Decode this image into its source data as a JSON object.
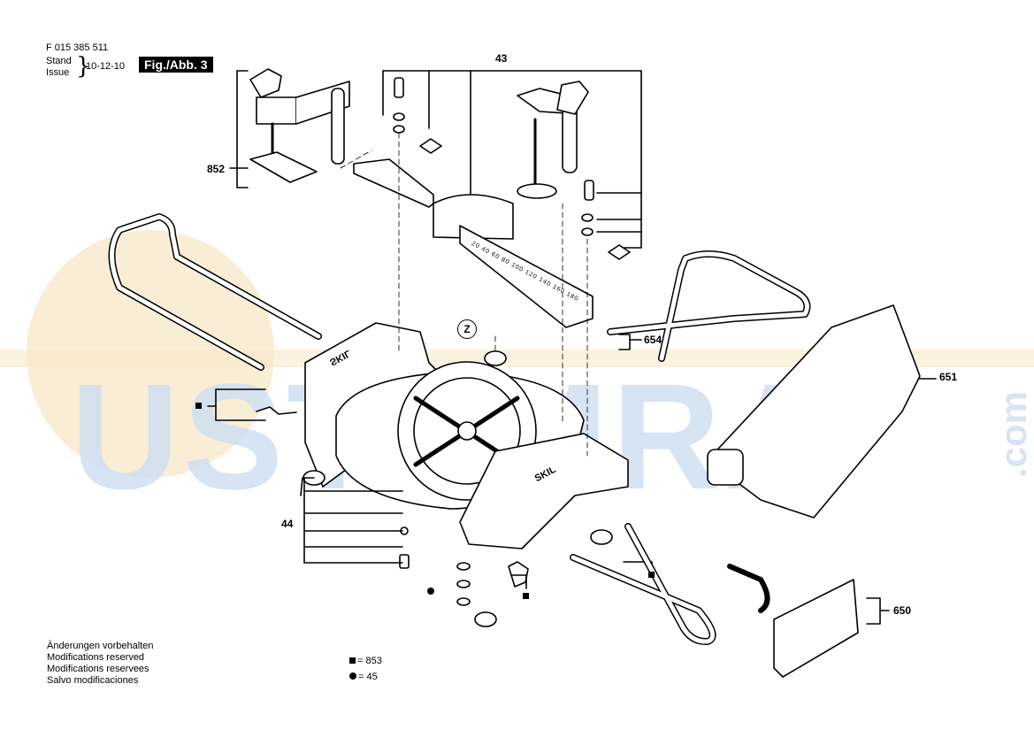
{
  "header": {
    "part_number": "F 015 385 511",
    "stand_label": "Stand",
    "issue_label": "Issue",
    "date": "10-12-10",
    "figure": "Fig./Abb. 3"
  },
  "callouts": {
    "c43": "43",
    "c852": "852",
    "c654": "654",
    "c651": "651",
    "c44": "44",
    "c650": "650",
    "z": "Z"
  },
  "scale_labels": [
    "20",
    "40",
    "60",
    "80",
    "100",
    "120",
    "140",
    "160",
    "180"
  ],
  "brand_marks": [
    "SKIL",
    "SKIL"
  ],
  "notes": [
    "Änderungen vorbehalten",
    "Modifications reserved",
    "Modifications reservees",
    "Salvo modificaciones"
  ],
  "legend": {
    "square": "= 853",
    "circle": "= 45"
  },
  "watermark": {
    "text": "USTAMRA",
    "suffix": ".com",
    "colors": {
      "blue": "#cfe0f2",
      "orange": "#f3dcaf"
    }
  }
}
